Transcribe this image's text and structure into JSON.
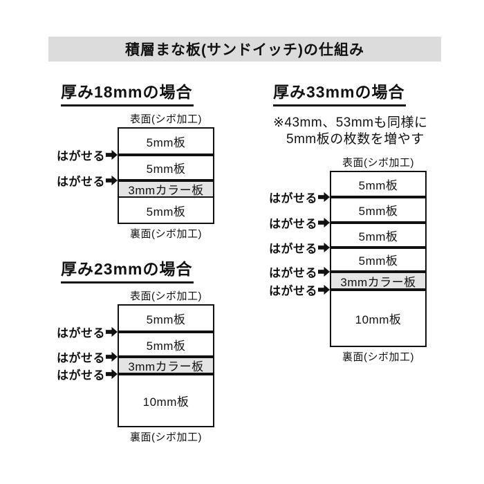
{
  "page": {
    "title": "積層まな板(サンドイッチ)の仕組み"
  },
  "common": {
    "peel_label": "はがせる",
    "front_label": "表面(シボ加工)",
    "back_label": "裏面(シボ加工)",
    "peel_arrow_icon": "right-arrow",
    "colors": {
      "banner_bg": "#dcdcdc",
      "color_layer_bg": "#e4e4e4",
      "line": "#111111"
    }
  },
  "diagrams": [
    {
      "heading": "厚み18mmの場合",
      "layers": [
        "5mm板",
        "5mm板",
        "3mmカラー板",
        "5mm板"
      ]
    },
    {
      "heading": "厚み23mmの場合",
      "layers": [
        "5mm板",
        "5mm板",
        "3mmカラー板",
        "10mm板"
      ]
    },
    {
      "heading": "厚み33mmの場合",
      "note_lines": [
        "※43mm、53mmも同様に",
        "5mm板の枚数を増やす"
      ],
      "layers": [
        "5mm板",
        "5mm板",
        "5mm板",
        "5mm板",
        "3mmカラー板",
        "10mm板"
      ]
    }
  ]
}
